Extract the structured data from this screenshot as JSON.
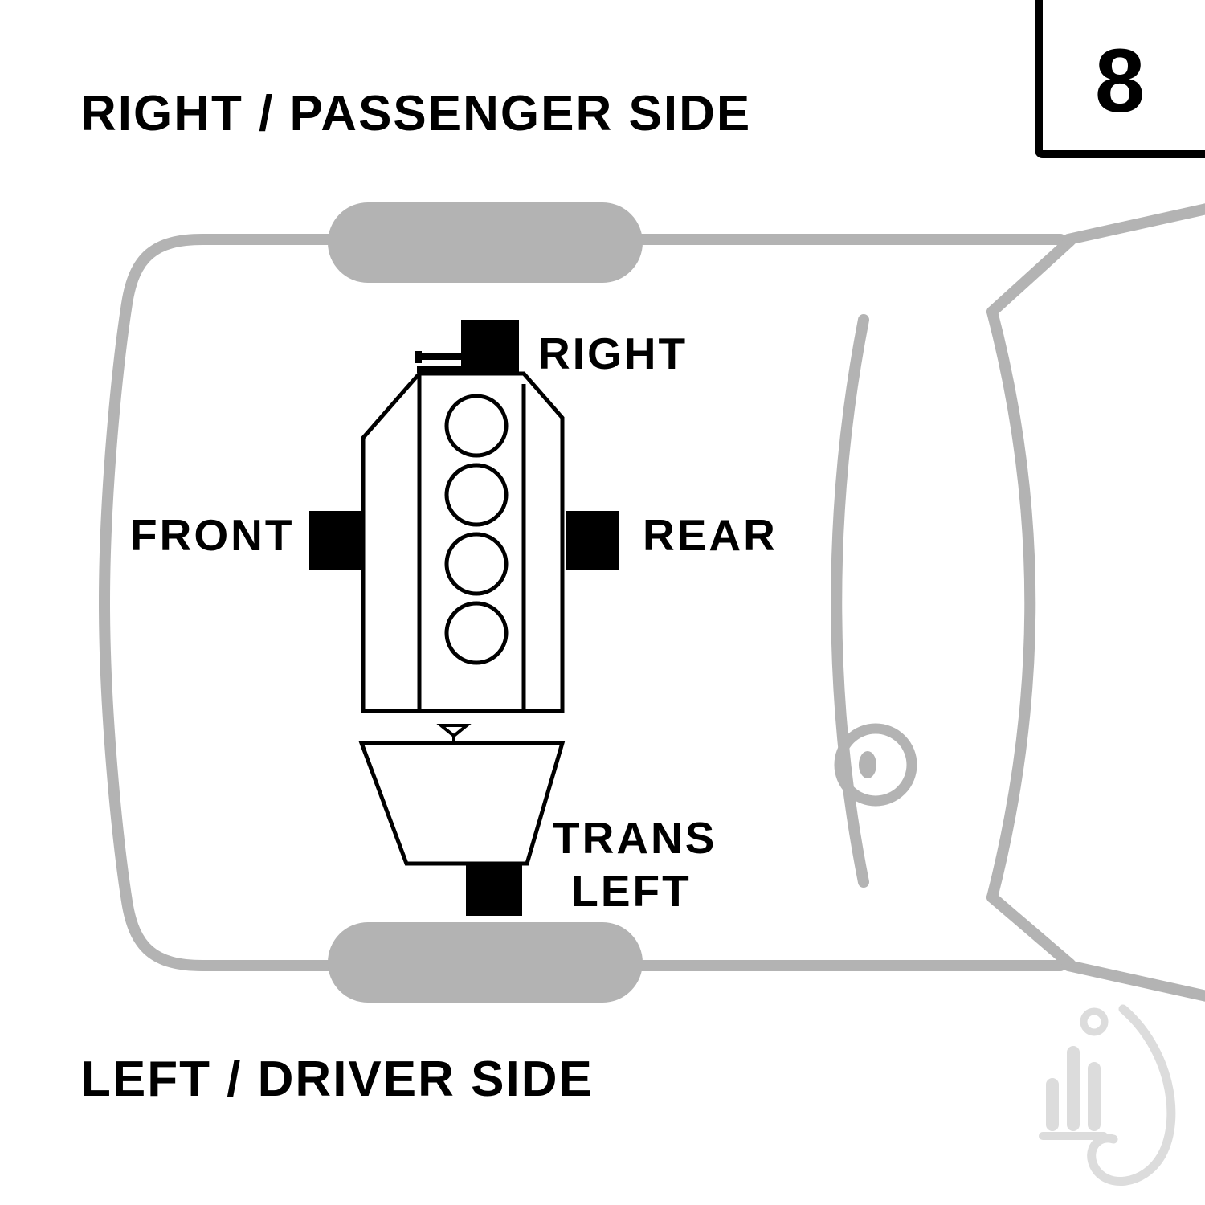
{
  "titles": {
    "top": "RIGHT / PASSENGER SIDE",
    "bottom": "LEFT / DRIVER SIDE"
  },
  "figure_box": {
    "number": "8"
  },
  "mount_labels": {
    "right": "RIGHT",
    "front": "FRONT",
    "rear": "REAR",
    "trans_line1": "TRANS",
    "trans_line2": "LEFT"
  },
  "colors": {
    "line": "#000000",
    "car": "#b3b3b3",
    "mount_fill": "#000000",
    "watermark": "#dcdcdc",
    "text": "#000000",
    "background": "#ffffff"
  }
}
